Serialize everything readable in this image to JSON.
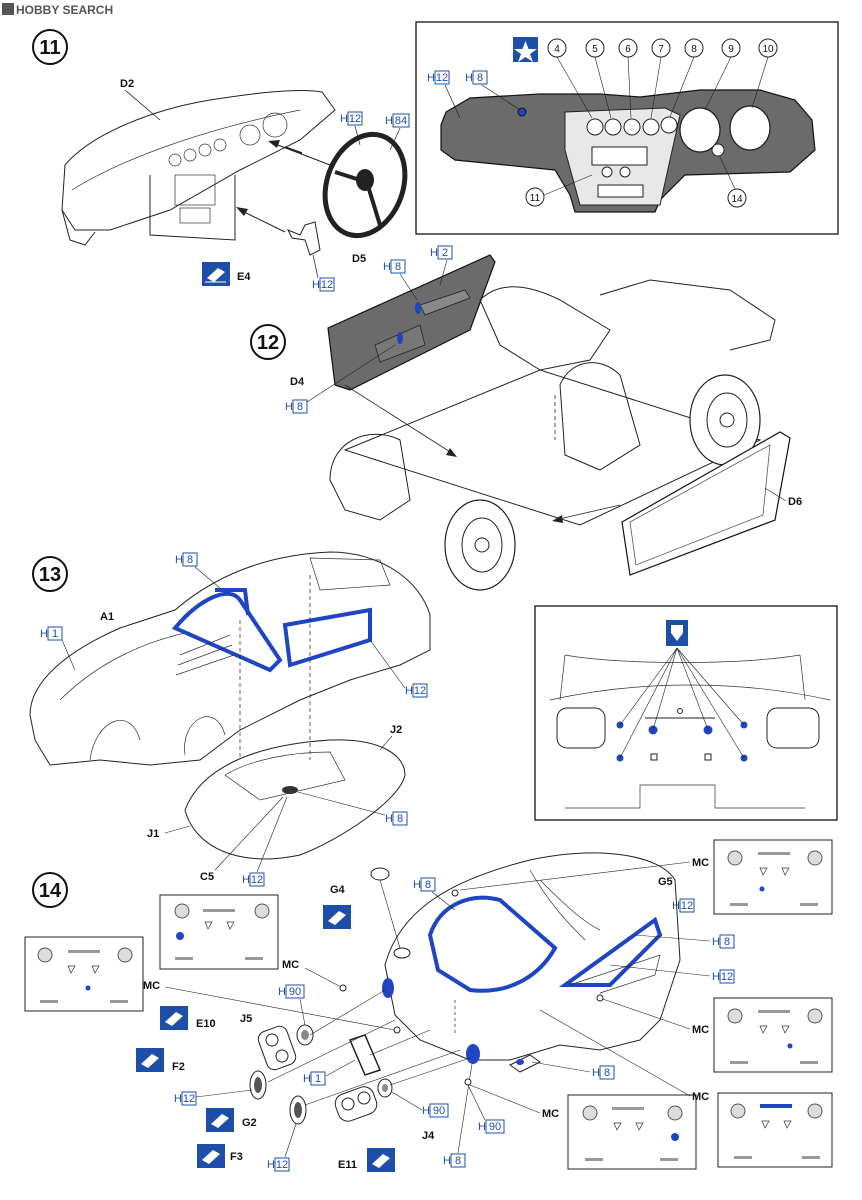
{
  "watermark": "HOBBY SEARCH",
  "colors": {
    "accent_blue": "#1f44c4",
    "paint_box": "#1d4fa8",
    "dash_gray": "#555555"
  },
  "steps": {
    "s11": {
      "number": "11",
      "parts": {
        "dashboard": "D2",
        "steering_wheel": "D5",
        "lever": "E4"
      },
      "paint": {
        "wheel_a": "12",
        "wheel_b": "84",
        "lever": "12"
      },
      "inset": {
        "paint_a": "12",
        "paint_b": "8",
        "callouts": [
          "4",
          "5",
          "6",
          "7",
          "8",
          "9",
          "10",
          "11",
          "14"
        ]
      }
    },
    "s12": {
      "number": "12",
      "parts": {
        "door_left": "D4",
        "door_right": "D6"
      },
      "paint": {
        "door_top": "2",
        "door_handle": "8",
        "door_lower": "8"
      }
    },
    "s13": {
      "number": "13",
      "parts": {
        "body": "A1",
        "window_j2": "J2",
        "window_j1": "J1",
        "mirror": "C5"
      },
      "paint": {
        "roof": "8",
        "body": "1",
        "window_trim": "12",
        "interior": "8",
        "mirror": "12"
      }
    },
    "s14": {
      "number": "14",
      "parts": {
        "g4": "G4",
        "g5": "G5",
        "e10": "E10",
        "j5": "J5",
        "f2": "F2",
        "g2": "G2",
        "f3": "F3",
        "e11": "E11",
        "j4": "J4",
        "mc_a": "MC",
        "mc_b": "MC",
        "mc_c": "MC",
        "mc_d": "MC",
        "mc_e": "MC",
        "mc_f": "MC"
      },
      "paint": {
        "p_h8_top": "8",
        "p_h12_a": "12",
        "p_h8_b": "8",
        "p_h12_b": "12",
        "p_h90_a": "90",
        "p_h8_c": "8",
        "p_h1": "1",
        "p_h12_f2": "12",
        "p_h90_j4": "90",
        "p_h90_mc": "90",
        "p_h12_f3": "12",
        "p_h8_bottom": "8"
      }
    }
  }
}
